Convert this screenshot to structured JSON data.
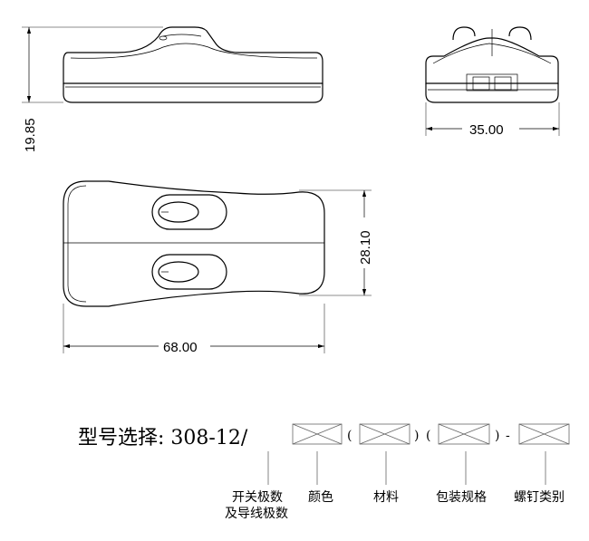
{
  "dimensions": {
    "height": "19.85",
    "end_width": "35.00",
    "top_width": "28.10",
    "length": "68.00"
  },
  "model": {
    "prefix": "型号选择: 308-12/",
    "open_paren_1": "(",
    "close_paren_1": ")",
    "open_paren_2": "(",
    "close_paren_2": ")",
    "dash": "-",
    "labels": {
      "poles_line1": "开关极数",
      "poles_line2": "及导线极数",
      "color": "颜色",
      "material": "材料",
      "packaging": "包装规格",
      "screw": "螺钉类别"
    }
  }
}
